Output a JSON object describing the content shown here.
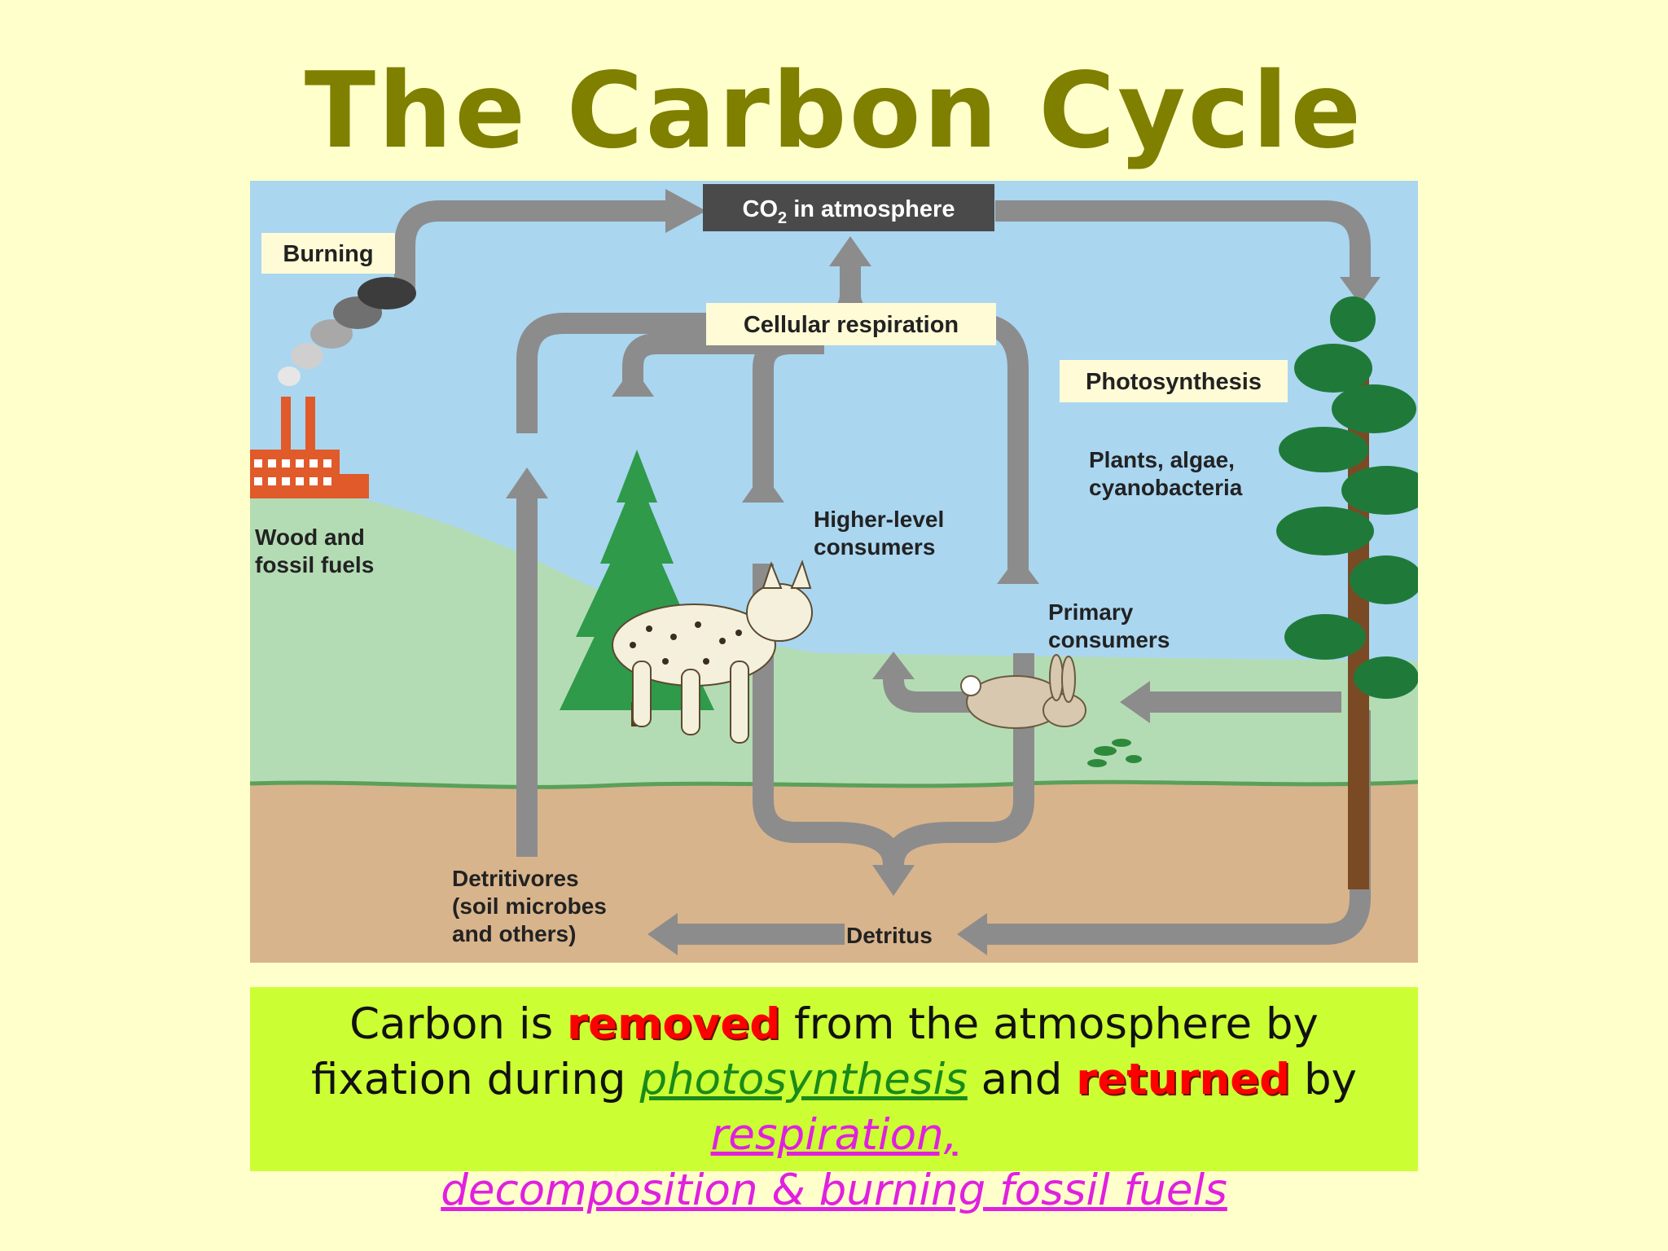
{
  "title": "The Carbon Cycle",
  "diagram": {
    "labels": {
      "co2_main": "CO",
      "co2_sub": "2",
      "co2_rest": " in atmosphere",
      "burning": "Burning",
      "cellular_respiration": "Cellular respiration",
      "photosynthesis": "Photosynthesis",
      "plants_line1": "Plants, algae,",
      "plants_line2": "cyanobacteria",
      "higher_line1": "Higher-level",
      "higher_line2": "consumers",
      "primary_line1": "Primary",
      "primary_line2": "consumers",
      "wood_line1": "Wood and",
      "wood_line2": "fossil fuels",
      "detritivores_line1": "Detritivores",
      "detritivores_line2": "(soil microbes",
      "detritivores_line3": "and others)",
      "detritus": "Detritus"
    },
    "colors": {
      "sky": "#aad6f0",
      "hill": "#b4dcb4",
      "ground": "#d8b48c",
      "arrow": "#8c8c8c",
      "label_box": "#fffbd6",
      "co2_box": "#4a4a4a"
    }
  },
  "caption": {
    "t1": "Carbon is ",
    "removed": "removed",
    "t2": " from the atmosphere by fixation during ",
    "photosynthesis": "photosynthesis",
    "t3": " and ",
    "returned": "returned",
    "t4": " by ",
    "processes_1": "respiration,",
    "processes_2": "decomposition & burning fossil fuels"
  },
  "colors": {
    "background": "#ffffcc",
    "title": "#7f7f00",
    "caption_bg": "#ccff33"
  }
}
